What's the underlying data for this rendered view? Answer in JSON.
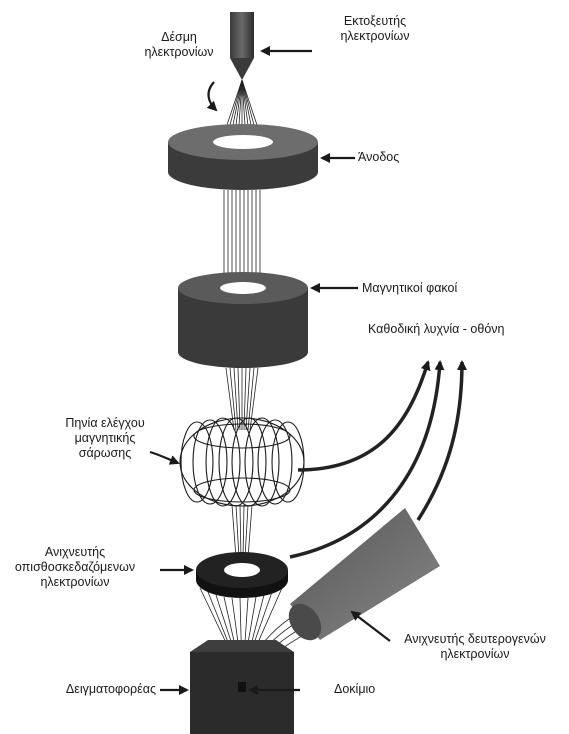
{
  "diagram": {
    "labels": {
      "electron_gun": "Εκτοξευτής\nηλεκτρονίων",
      "electron_beam": "Δέσμη\nηλεκτρονίων",
      "anode": "Άνοδος",
      "magnetic_lenses": "Μαγνητικοί φακοί",
      "crt_screen": "Καθοδική λυχνία - οθόνη",
      "scan_coils": "Πηνία ελέγχου\nμαγνητικής\nσάρωσης",
      "backscatter_detector": "Ανιχνευτής\nοπισθοσκεδαζόμενων\nηλεκτρονίων",
      "secondary_detector": "Ανιχνευτής δευτερογενών\nηλεκτρονίων",
      "specimen_holder": "Δειγματοφορέας",
      "specimen": "Δοκίμιο"
    }
  }
}
